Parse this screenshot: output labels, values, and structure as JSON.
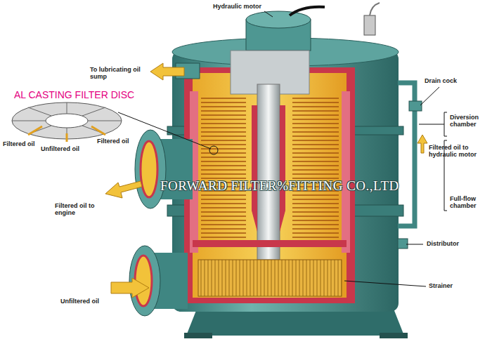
{
  "diagram": {
    "labels": [
      "Hydraulic motor",
      "To lubricating oil sump",
      "AL CASTING FILTER DISC",
      "Filtered oil",
      "Unfiltered oil",
      "Filtered oil",
      "Drain cock",
      "Diversion chamber",
      "Filtered oil to hydraulic motor",
      "Full-flow chamber",
      "Filtered oil to engine",
      "Distributor",
      "Strainer",
      "Unfiltered oil",
      "FORWARD FILTER%FITTING CO.,LTD"
    ]
  }
}
